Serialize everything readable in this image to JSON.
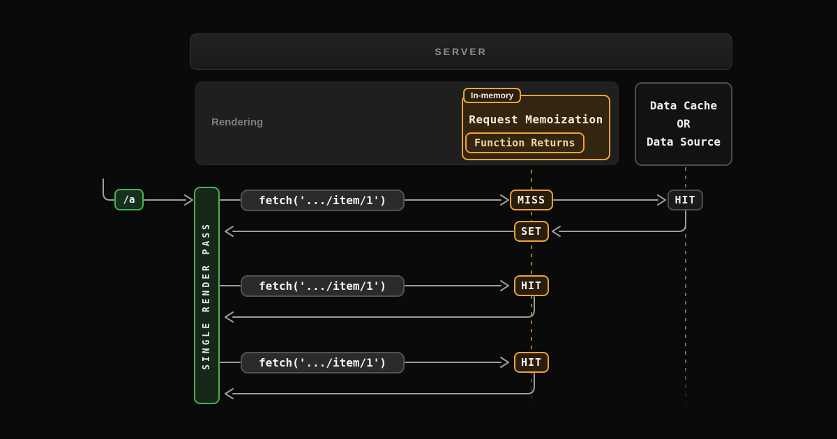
{
  "colors": {
    "accent_orange": "#eda338",
    "accent_green": "#46b450",
    "wire_gray": "#9f9f9f",
    "dashed_orange": "#a8761f",
    "dashed_gray": "#6f6f6f"
  },
  "server": {
    "label": "SERVER"
  },
  "rendering": {
    "label": "Rendering"
  },
  "memoization": {
    "badge": "In-memory",
    "title": "Request Memoization",
    "inner": "Function Returns"
  },
  "data_cache": {
    "line1": "Data Cache",
    "line2": "OR",
    "line3": "Data Source"
  },
  "route": {
    "label": "/a"
  },
  "render_pass": {
    "label": "SINGLE RENDER PASS"
  },
  "rows": [
    {
      "fetch": "fetch('.../item/1')",
      "result": "MISS"
    },
    {
      "fetch": "fetch('.../item/1')",
      "result": "HIT"
    },
    {
      "fetch": "fetch('.../item/1')",
      "result": "HIT"
    }
  ],
  "set_badge": {
    "label": "SET"
  },
  "source_hit_badge": {
    "label": "HIT"
  }
}
